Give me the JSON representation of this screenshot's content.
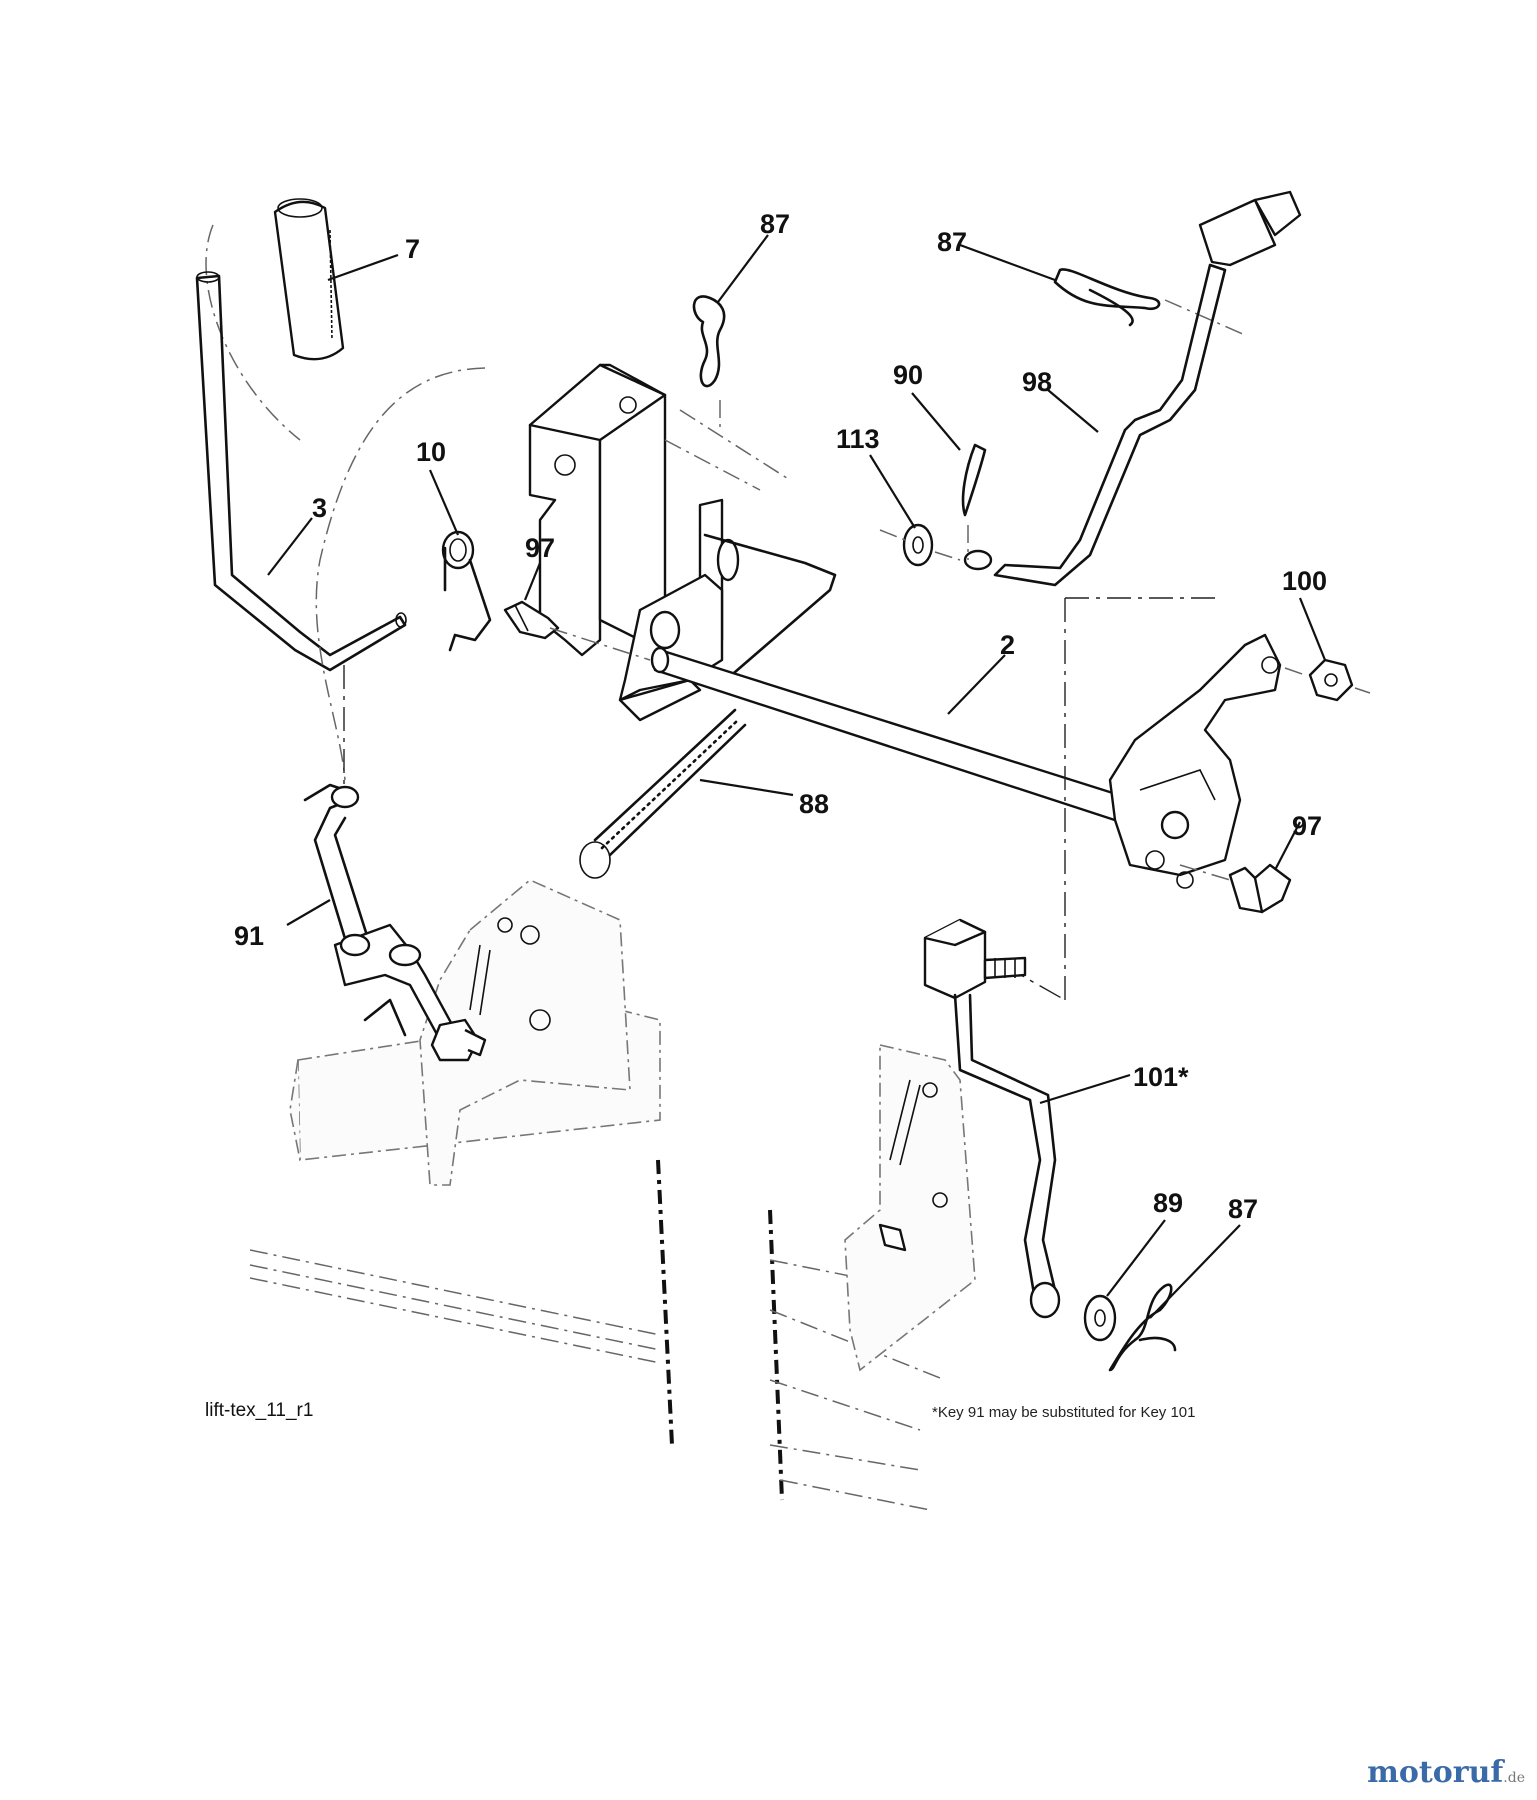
{
  "drawing_id": "lift-tex_11_r1",
  "footnote": "*Key 91 may be substituted for Key 101",
  "watermark": {
    "brand": "motoruf",
    "suffix": ".de"
  },
  "callouts": [
    {
      "key": "7"
    },
    {
      "key": "3"
    },
    {
      "key": "10"
    },
    {
      "key": "97"
    },
    {
      "key": "87"
    },
    {
      "key": "87"
    },
    {
      "key": "90"
    },
    {
      "key": "98"
    },
    {
      "key": "113"
    },
    {
      "key": "100"
    },
    {
      "key": "2"
    },
    {
      "key": "88"
    },
    {
      "key": "97"
    },
    {
      "key": "91"
    },
    {
      "key": "101*"
    },
    {
      "key": "89"
    },
    {
      "key": "87"
    }
  ]
}
